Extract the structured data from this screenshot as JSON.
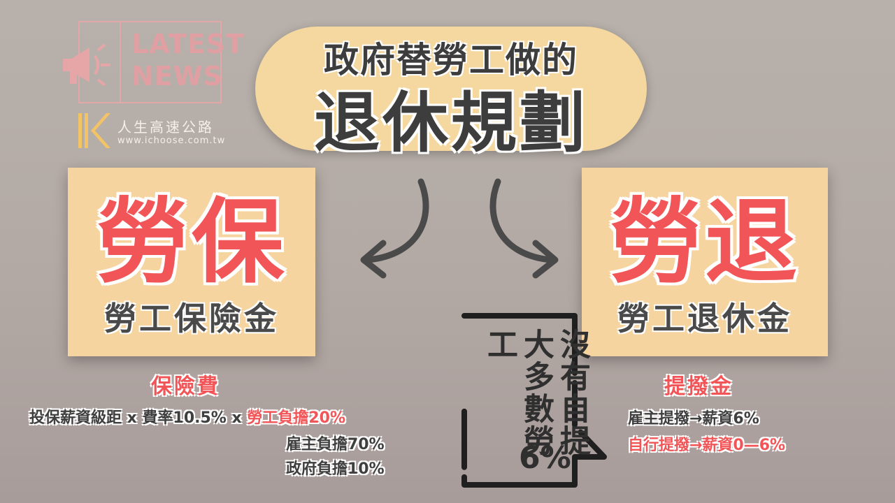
{
  "logo": {
    "news_line1": "LATEST",
    "news_line2": "NEWS",
    "brand_name": "人生高速公路",
    "brand_url": "www.ichoose.com.tw",
    "accent_color": "#e2a7a9",
    "megaphone_icon": "megaphone-icon"
  },
  "title": {
    "line1": "政府替勞工做的",
    "line2": "退休規劃"
  },
  "left_card": {
    "big": "勞保",
    "sub": "勞工保險金"
  },
  "right_card": {
    "big": "勞退",
    "sub": "勞工退休金"
  },
  "left_section": {
    "heading": "保險費",
    "formula_prefix": "投保薪資級距 x 費率10.5% x ",
    "formula_highlight": "勞工負擔20%",
    "employer": "雇主負擔70%",
    "government": "政府負擔10%"
  },
  "right_section": {
    "heading": "提撥金",
    "employer": "雇主提撥→薪資6%",
    "self": "自行提撥→薪資0—6%"
  },
  "bubble": {
    "col1": "沒有自提",
    "col2": "大多數勞工",
    "percent": "6%"
  },
  "colors": {
    "card_bg": "#f6d49f",
    "accent_red": "#f25557",
    "title_pill": "#f5d7a0"
  }
}
